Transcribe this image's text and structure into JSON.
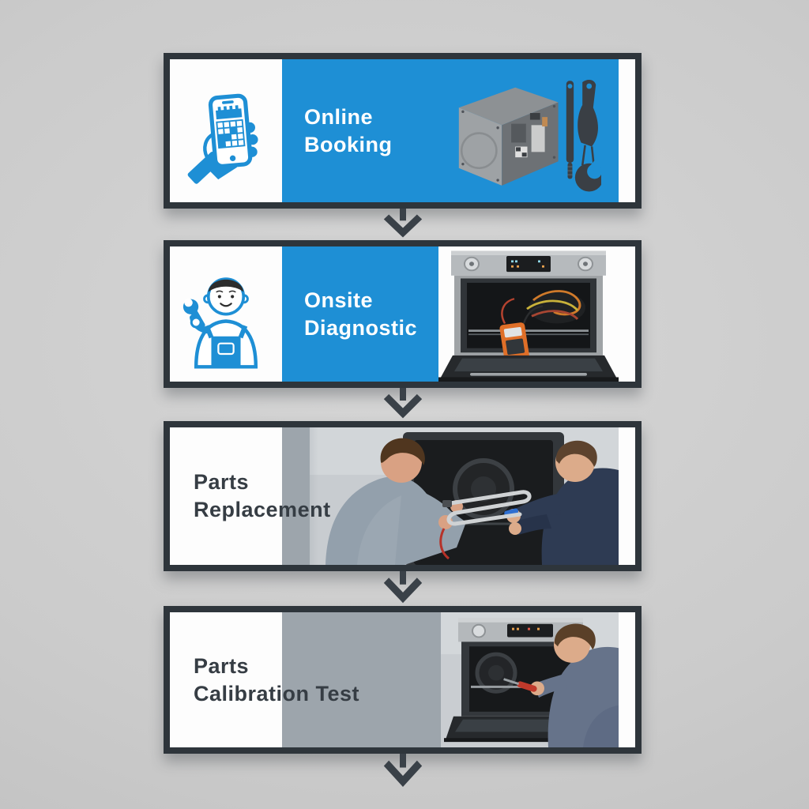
{
  "colors": {
    "background": "#cacaca",
    "box_border": "#2e353b",
    "arrow": "#3a4148",
    "accent_blue": "#1e8fd5",
    "panel_gray": "#9da5ac",
    "panel_white": "#fdfdfd",
    "dark_text": "#363d44",
    "light_text": "#ffffff"
  },
  "flow": {
    "type": "vertical-process-flowchart",
    "connectors": {
      "count": 4,
      "direction": "down",
      "color": "#3a4148"
    },
    "steps": [
      {
        "id": "online-booking",
        "label": "Online Booking",
        "label_lines": [
          "Online",
          "Booking"
        ],
        "panel_color": "#1e8fd5",
        "text_color": "#ffffff",
        "icon": "hand-phone-calendar-icon",
        "image": "oven-control-unit-and-tools"
      },
      {
        "id": "onsite-diagnostic",
        "label": "Onsite Diagnostic",
        "label_lines": [
          "Onsite",
          "Diagnostic"
        ],
        "panel_color": "#1e8fd5",
        "text_color": "#ffffff",
        "icon": "technician-with-wrench-icon",
        "image": "open-oven-with-multimeter-photo"
      },
      {
        "id": "parts-replacement",
        "label": "Parts Replacement",
        "label_lines": [
          "Parts",
          "Replacement"
        ],
        "panel_color": "#9da5ac",
        "text_color": "#363d44",
        "icon": null,
        "image": "two-technicians-replacing-heating-element-photo"
      },
      {
        "id": "parts-calibration-test",
        "label": "Parts Calibration Test",
        "label_lines": [
          "Parts",
          "Calibration Test"
        ],
        "panel_color": "#9da5ac",
        "text_color": "#363d44",
        "icon": null,
        "image": "technician-testing-oven-with-screwdriver-photo"
      }
    ]
  }
}
